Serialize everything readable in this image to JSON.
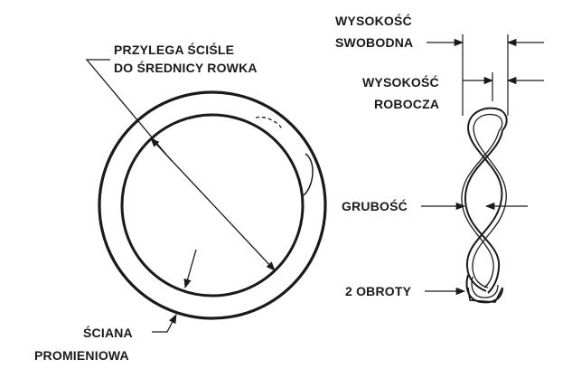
{
  "labels": {
    "fits_line1": "PRZYLEGA ŚCIŚLE",
    "fits_line2": "DO ŚREDNICY ROWKA",
    "wall_line1": "ŚCIANA",
    "wall_line2": "PROMIENIOWA",
    "free_line1": "WYSOKOŚĆ",
    "free_line2": "SWOBODNA",
    "work_line1": "WYSOKOŚĆ",
    "work_line2": "ROBOCZA",
    "thickness": "GRUBOŚĆ",
    "turns": "2 OBROTY"
  },
  "colors": {
    "ink": "#1a1a1a",
    "background": "#ffffff"
  }
}
